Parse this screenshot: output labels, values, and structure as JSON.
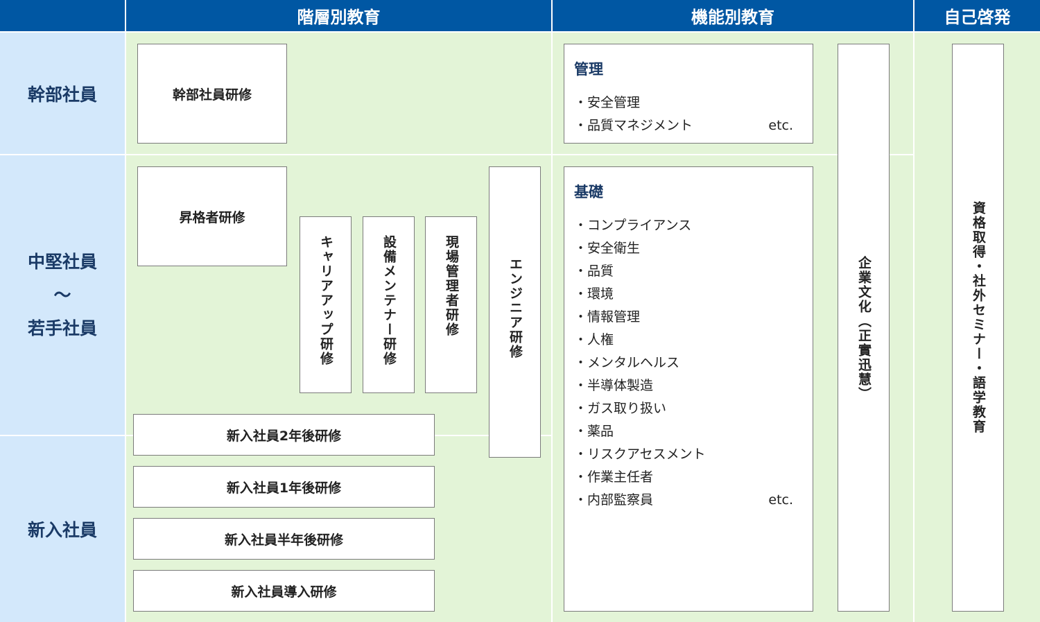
{
  "headers": {
    "hierarchical": "階層別教育",
    "functional": "機能別教育",
    "self": "自己啓発"
  },
  "rows": {
    "executive": "幹部社員",
    "mid_top": "中堅社員",
    "mid_tilde": "〜",
    "mid_bottom": "若手社員",
    "new": "新入社員"
  },
  "hierarchical": {
    "executive_training": "幹部社員研修",
    "promotion_training": "昇格者研修",
    "career_up": "キャリアアップ研修",
    "equipment_maintenance": "設備メンテナー研修",
    "site_manager": "現場管理者研修",
    "engineer": "エンジニア研修",
    "new_2yr": "新入社員2年後研修",
    "new_1yr": "新入社員1年後研修",
    "new_half": "新入社員半年後研修",
    "new_intro": "新入社員導入研修"
  },
  "functional": {
    "management": {
      "title": "管理",
      "items": [
        "・安全管理",
        "・品質マネジメント"
      ],
      "etc": "etc."
    },
    "basics": {
      "title": "基礎",
      "items": [
        "・コンプライアンス",
        "・安全衛生",
        "・品質",
        "・環境",
        "・情報管理",
        "・人権",
        "・メンタルヘルス",
        "・半導体製造",
        "・ガス取り扱い",
        "・薬品",
        "・リスクアセスメント",
        "・作業主任者",
        "・内部監察員"
      ],
      "etc": "etc."
    },
    "culture": "企業文化（正實迅慧）"
  },
  "self_development": {
    "text": "資格取得・社外セミナー・語学教育"
  }
}
